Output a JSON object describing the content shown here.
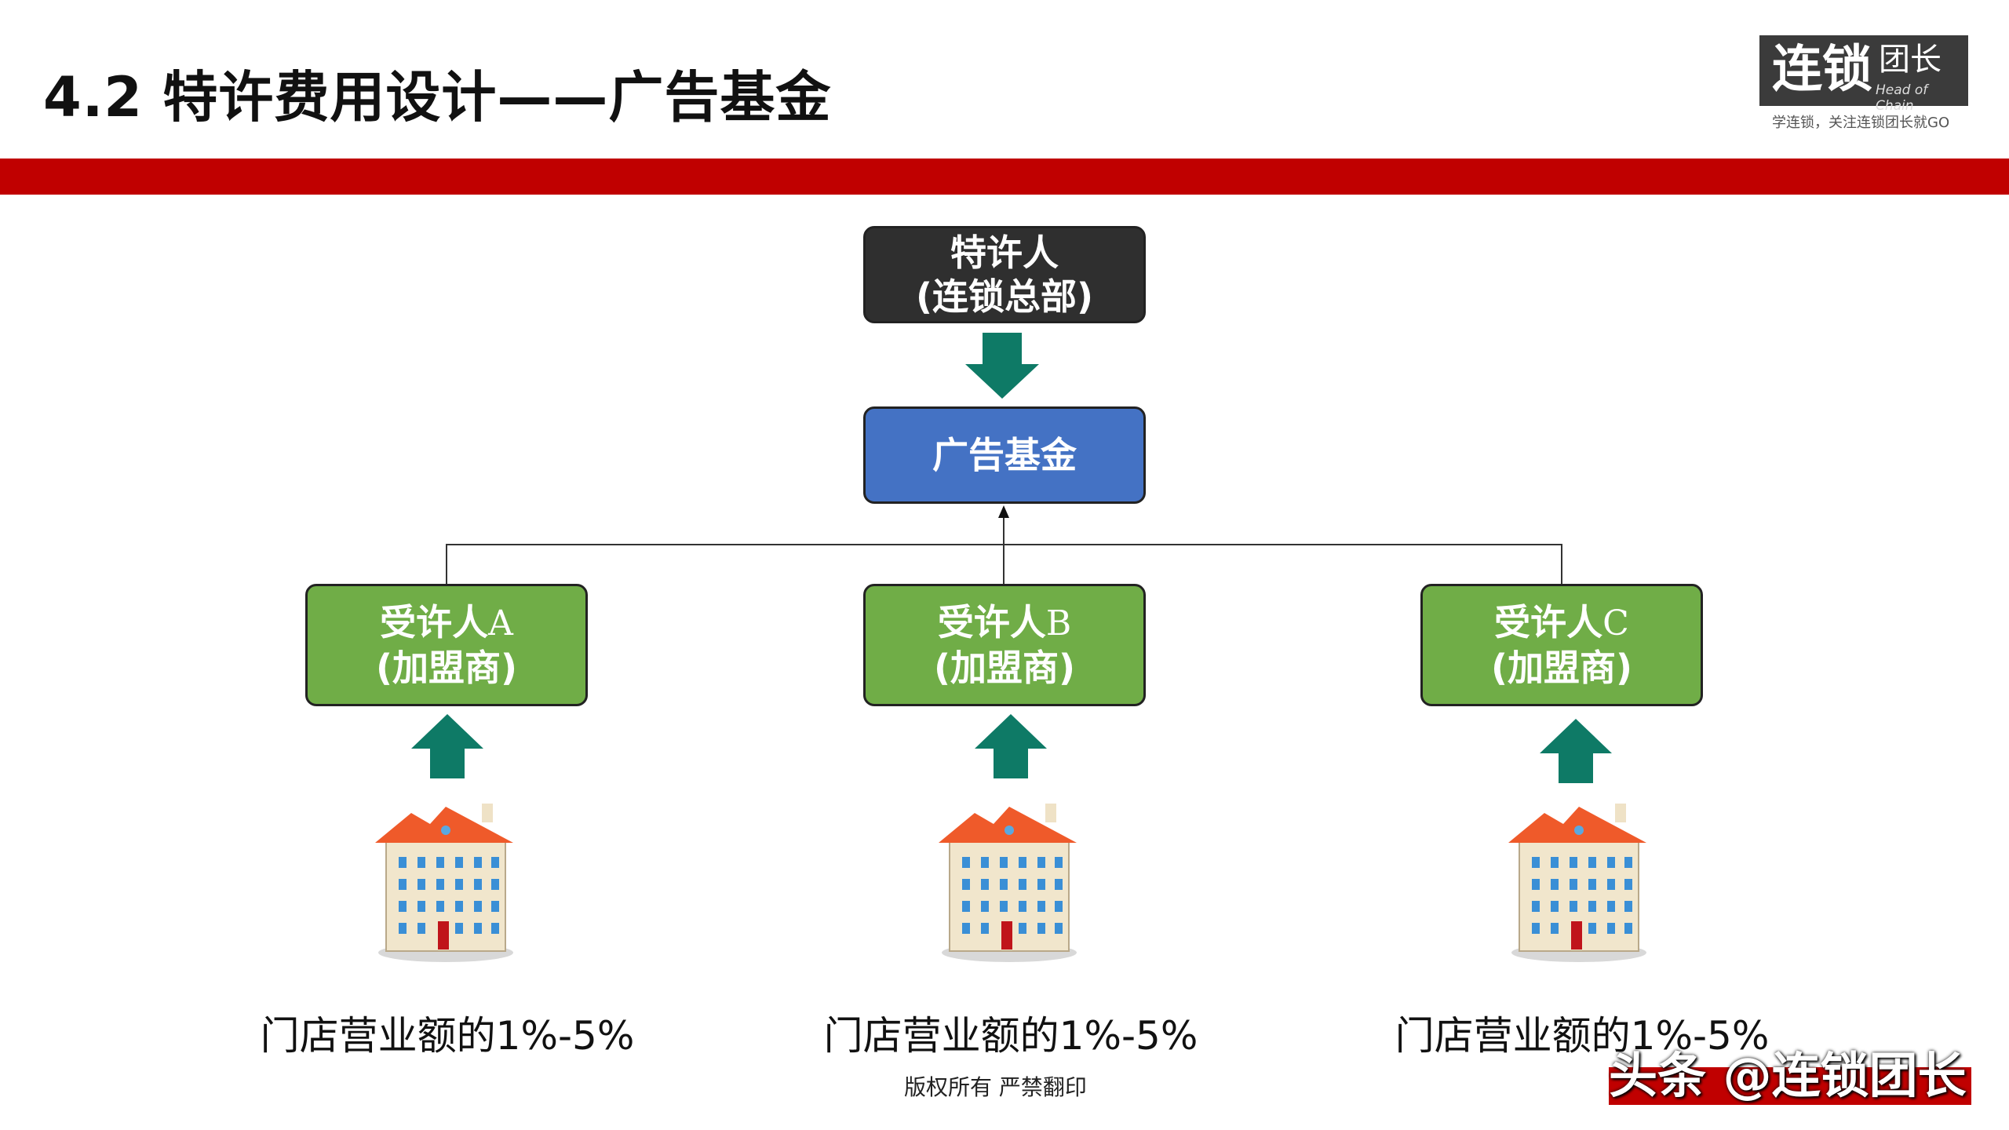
{
  "header": {
    "title": "4.2  特许费用设计——广告基金"
  },
  "logo": {
    "main": "连锁",
    "side": "团长",
    "english": "Head of Chain",
    "tagline": "学连锁，关注连锁团长就GO"
  },
  "diagram": {
    "franchisor": {
      "line1": "特许人",
      "line2": "(连锁总部)"
    },
    "fund": {
      "label": "广告基金"
    },
    "franchisees": [
      {
        "name": "受许人",
        "letter": "A",
        "line2": "(加盟商)",
        "caption": "门店营业额的1%-5%"
      },
      {
        "name": "受许人",
        "letter": "B",
        "line2": "(加盟商)",
        "caption": "门店营业额的1%-5%"
      },
      {
        "name": "受许人",
        "letter": "C",
        "line2": "(加盟商)",
        "caption": "门店营业额的1%-5%"
      }
    ],
    "colors": {
      "franchisor": "#2f2f2f",
      "fund": "#4472c4",
      "franchisee": "#70ad47",
      "arrow": "#0e7a66",
      "header_bar": "#c00000"
    }
  },
  "footer": {
    "copyright": "版权所有  严禁翻印",
    "watermark": "头条 @连锁团长"
  }
}
